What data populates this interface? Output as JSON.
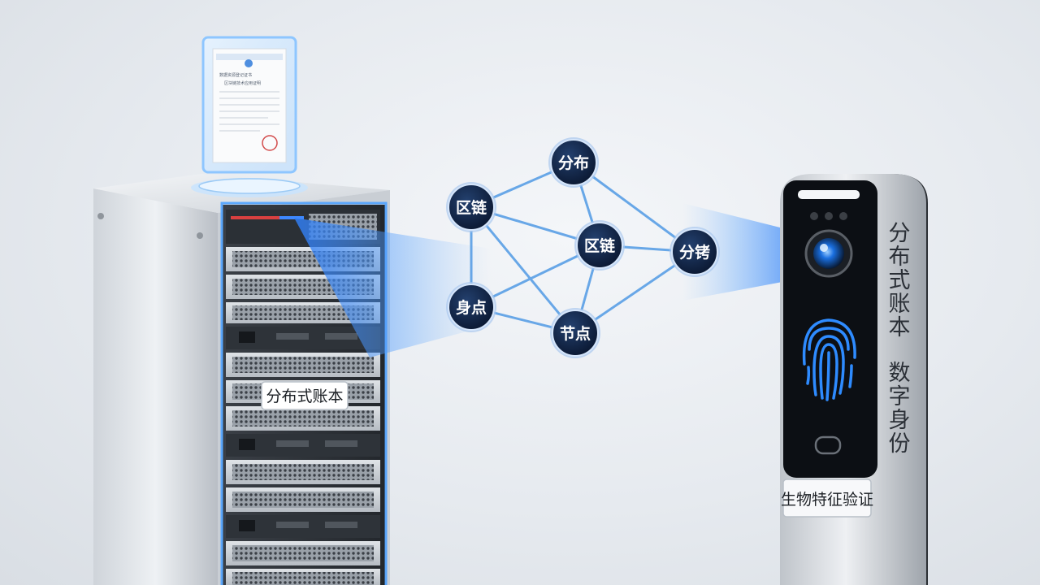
{
  "server_tag": "分布式账本",
  "network_nodes": [
    "分布",
    "区链",
    "区链",
    "分铐",
    "身点",
    "节点"
  ],
  "terminal_vertical_labels": [
    "分布式账本",
    "数字身份"
  ],
  "terminal_tag": "生物特征验证",
  "certificate_lines": [
    "数据资源登记证书",
    "区块链技术应用证明"
  ],
  "colors": {
    "background": "#e6eaef",
    "node_fill": "#0f1f3d",
    "node_ring": "#a9c7ee",
    "link": "#5a9fe6",
    "beam": "#3c8cff",
    "glow": "#4aa3ff"
  }
}
